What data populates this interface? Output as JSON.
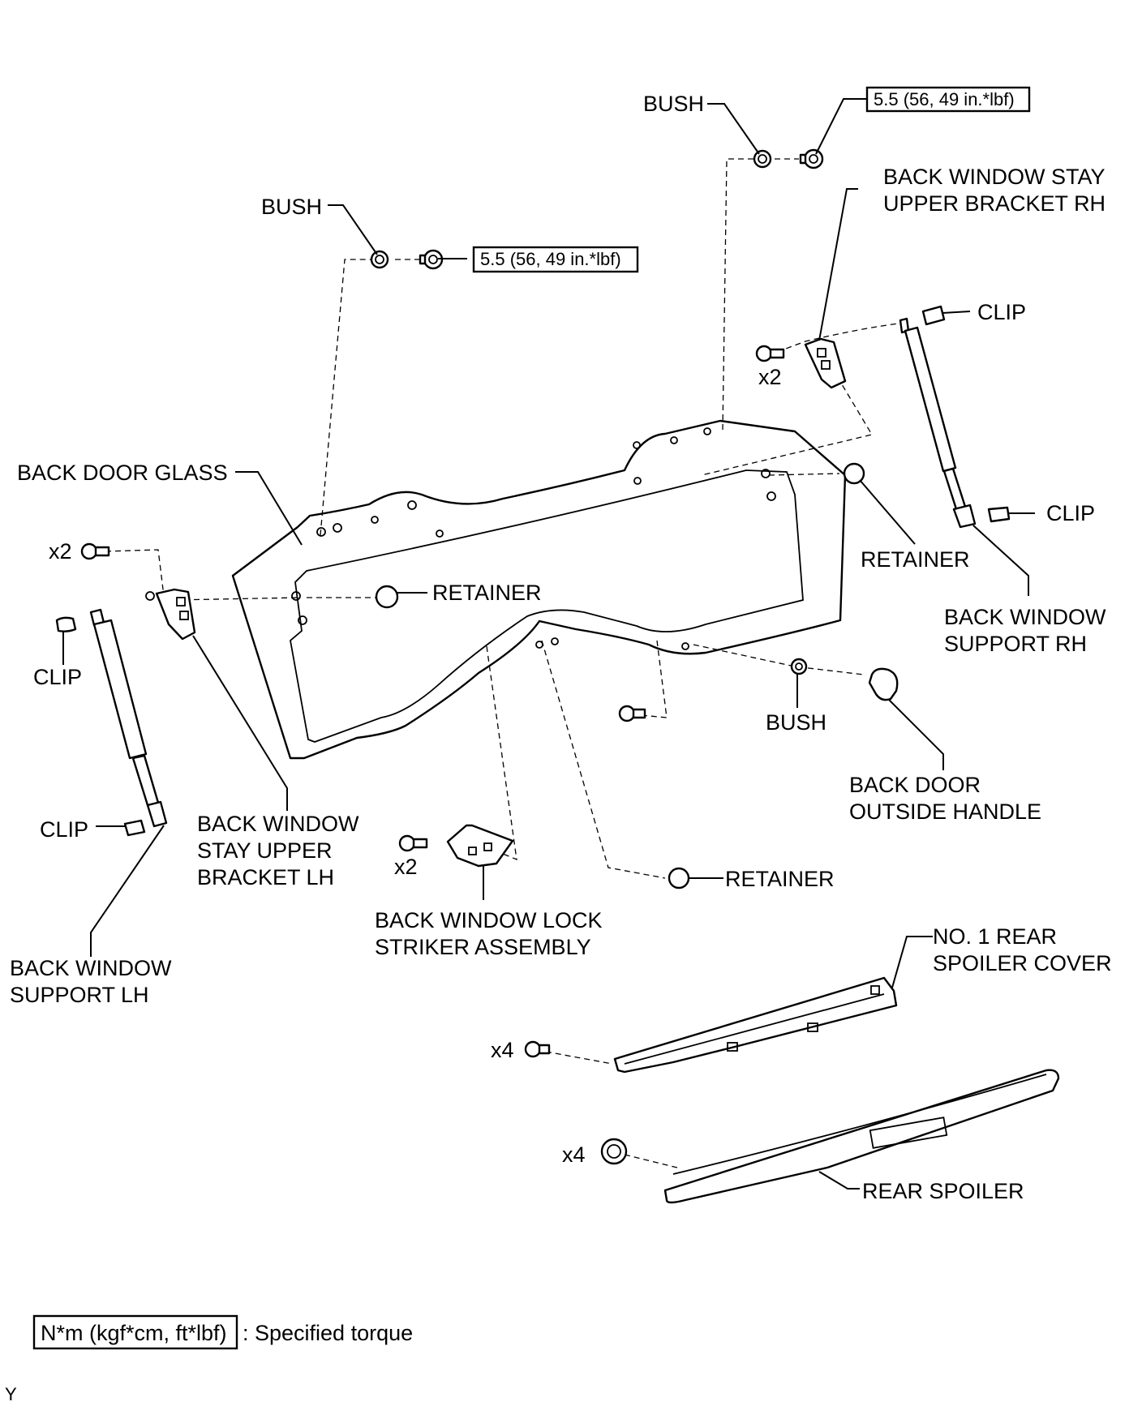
{
  "labels": {
    "bush_top": "BUSH",
    "torque_top": "5.5 (56, 49 in.*lbf)",
    "stay_bracket_rh_1": "BACK WINDOW STAY",
    "stay_bracket_rh_2": "UPPER BRACKET RH",
    "bush_mid": "BUSH",
    "torque_mid": "5.5 (56, 49 in.*lbf)",
    "clip_rh_top": "CLIP",
    "x2_rh": "x2",
    "back_door_glass": "BACK DOOR GLASS",
    "clip_rh_bottom": "CLIP",
    "retainer_right": "RETAINER",
    "x2_lh": "x2",
    "retainer_center": "RETAINER",
    "support_rh_1": "BACK WINDOW",
    "support_rh_2": "SUPPORT RH",
    "clip_lh_top": "CLIP",
    "bush_bottom": "BUSH",
    "outside_handle_1": "BACK DOOR",
    "outside_handle_2": "OUTSIDE HANDLE",
    "clip_lh_bottom": "CLIP",
    "stay_bracket_lh_1": "BACK WINDOW",
    "stay_bracket_lh_2": "STAY UPPER",
    "stay_bracket_lh_3": "BRACKET LH",
    "x2_striker": "x2",
    "retainer_bottom": "RETAINER",
    "striker_1": "BACK WINDOW LOCK",
    "striker_2": "STRIKER ASSEMBLY",
    "support_lh_1": "BACK WINDOW",
    "support_lh_2": "SUPPORT LH",
    "spoiler_cover_1": "NO. 1 REAR",
    "spoiler_cover_2": "SPOILER COVER",
    "x4_cover": "x4",
    "x4_spoiler": "x4",
    "rear_spoiler": "REAR SPOILER"
  },
  "legend": {
    "unit": "N*m (kgf*cm, ft*lbf)",
    "text": ": Specified torque"
  },
  "corner_mark": "Y"
}
